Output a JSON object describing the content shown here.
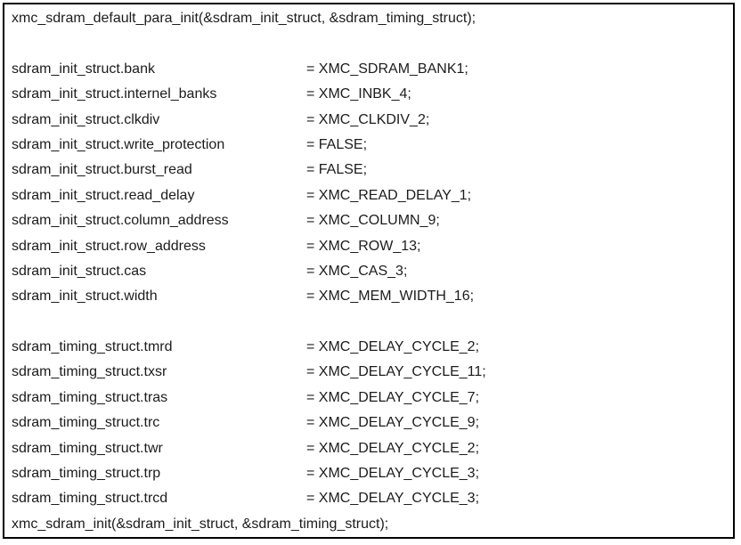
{
  "code_block": {
    "border_color": "#000000",
    "text_color": "#1c1c1c",
    "background_color": "#ffffff",
    "lines": [
      {
        "kind": "statement",
        "text": "xmc_sdram_default_para_init(&sdram_init_struct, &sdram_timing_struct);"
      },
      {
        "kind": "blank",
        "text": ""
      },
      {
        "kind": "assignment",
        "lhs": "sdram_init_struct.bank",
        "rhs": "= XMC_SDRAM_BANK1;"
      },
      {
        "kind": "assignment",
        "lhs": "sdram_init_struct.internel_banks",
        "rhs": "= XMC_INBK_4;"
      },
      {
        "kind": "assignment",
        "lhs": "sdram_init_struct.clkdiv",
        "rhs": "= XMC_CLKDIV_2;"
      },
      {
        "kind": "assignment",
        "lhs": "sdram_init_struct.write_protection",
        "rhs": "= FALSE;"
      },
      {
        "kind": "assignment",
        "lhs": "sdram_init_struct.burst_read",
        "rhs": "= FALSE;"
      },
      {
        "kind": "assignment",
        "lhs": "sdram_init_struct.read_delay",
        "rhs": "= XMC_READ_DELAY_1;"
      },
      {
        "kind": "assignment",
        "lhs": "sdram_init_struct.column_address",
        "rhs": "= XMC_COLUMN_9;"
      },
      {
        "kind": "assignment",
        "lhs": "sdram_init_struct.row_address",
        "rhs": "= XMC_ROW_13;"
      },
      {
        "kind": "assignment",
        "lhs": "sdram_init_struct.cas",
        "rhs": "= XMC_CAS_3;"
      },
      {
        "kind": "assignment",
        "lhs": "sdram_init_struct.width",
        "rhs": "= XMC_MEM_WIDTH_16;"
      },
      {
        "kind": "blank",
        "text": ""
      },
      {
        "kind": "assignment",
        "lhs": "sdram_timing_struct.tmrd",
        "rhs": "= XMC_DELAY_CYCLE_2;"
      },
      {
        "kind": "assignment",
        "lhs": "sdram_timing_struct.txsr",
        "rhs": "= XMC_DELAY_CYCLE_11;"
      },
      {
        "kind": "assignment",
        "lhs": "sdram_timing_struct.tras",
        "rhs": "= XMC_DELAY_CYCLE_7;"
      },
      {
        "kind": "assignment",
        "lhs": "sdram_timing_struct.trc",
        "rhs": "= XMC_DELAY_CYCLE_9;"
      },
      {
        "kind": "assignment",
        "lhs": "sdram_timing_struct.twr",
        "rhs": "= XMC_DELAY_CYCLE_2;"
      },
      {
        "kind": "assignment",
        "lhs": "sdram_timing_struct.trp",
        "rhs": "= XMC_DELAY_CYCLE_3;"
      },
      {
        "kind": "assignment",
        "lhs": "sdram_timing_struct.trcd",
        "rhs": "= XMC_DELAY_CYCLE_3;"
      },
      {
        "kind": "statement",
        "text": "xmc_sdram_init(&sdram_init_struct, &sdram_timing_struct);"
      }
    ]
  }
}
